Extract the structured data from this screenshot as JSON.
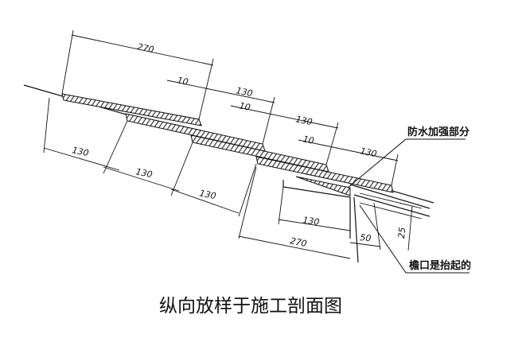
{
  "diagram": {
    "caption": "纵向放样于施工剖面图",
    "notes": {
      "waterproof": "防水加强部分",
      "eave": "檐口是抬起的"
    },
    "dimensions": {
      "upper_overall": "270",
      "overlap_1": "10",
      "lap_1": "130",
      "overlap_2": "10",
      "lap_2": "130",
      "overlap_3": "10",
      "lap_3": "130",
      "lower_1": "130",
      "lower_2": "130",
      "lower_3": "130",
      "bottom_130": "130",
      "bottom_overall": "270",
      "bottom_50": "50",
      "rise_25": "25"
    },
    "colors": {
      "line": "#111111",
      "hatch": "#444444"
    }
  }
}
